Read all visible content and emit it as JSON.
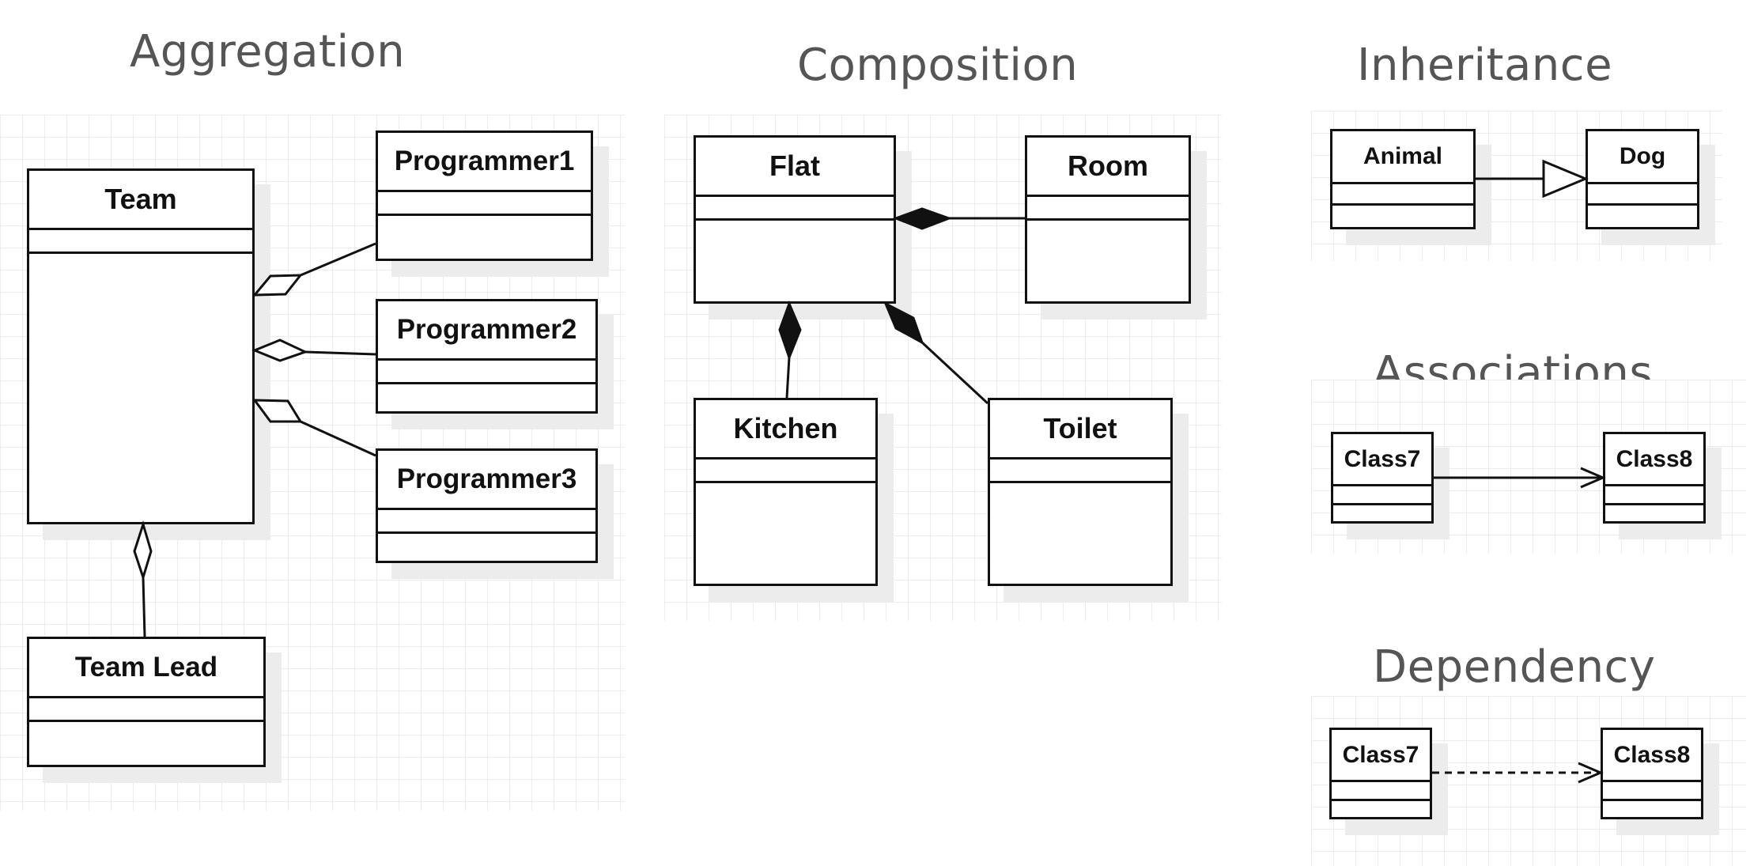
{
  "sections": {
    "aggregation": "Aggregation",
    "composition": "Composition",
    "inheritance": "Inheritance",
    "associations": "Associations",
    "dependency": "Dependency"
  },
  "classes": {
    "team": "Team",
    "programmer1": "Programmer1",
    "programmer2": "Programmer2",
    "programmer3": "Programmer3",
    "team_lead": "Team Lead",
    "flat": "Flat",
    "room": "Room",
    "kitchen": "Kitchen",
    "toilet": "Toilet",
    "animal": "Animal",
    "dog": "Dog",
    "assoc_source": "Class7",
    "assoc_target": "Class8",
    "dep_source": "Class7",
    "dep_target": "Class8"
  },
  "colors": {
    "line": "#111111",
    "title": "#555555",
    "grid": "#ececec",
    "shadow": "#ececec"
  }
}
